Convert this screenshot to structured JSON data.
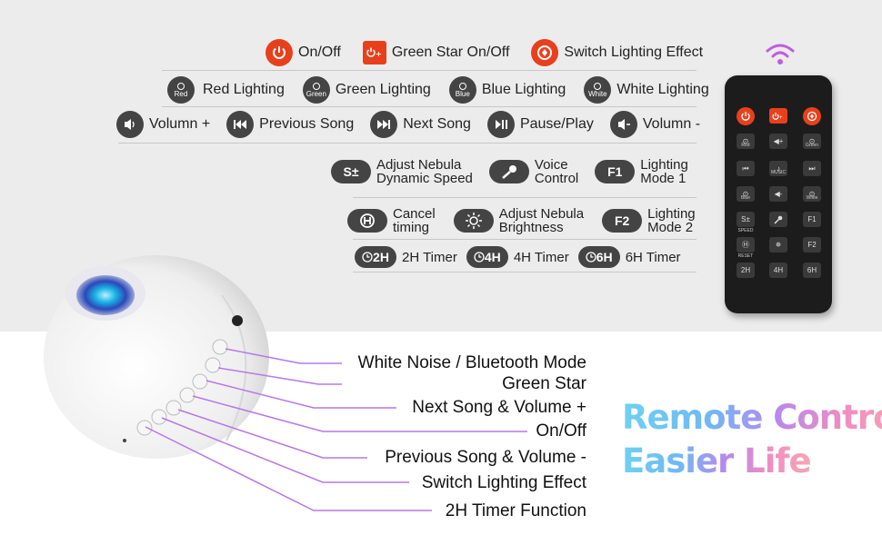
{
  "legend": {
    "row1": [
      {
        "label": "On/Off",
        "icon": "power-icon"
      },
      {
        "label": "Green Star On/Off",
        "icon": "green-star-power-icon"
      },
      {
        "label": "Switch Lighting Effect",
        "icon": "switch-effect-icon"
      }
    ],
    "row2": [
      {
        "label": "Red Lighting",
        "icon_text": "Red"
      },
      {
        "label": "Green Lighting",
        "icon_text": "Green"
      },
      {
        "label": "Blue Lighting",
        "icon_text": "Blue"
      },
      {
        "label": "White Lighting",
        "icon_text": "White"
      }
    ],
    "row3": [
      {
        "label": "Volumn +",
        "icon": "volume-up-icon"
      },
      {
        "label": "Previous Song",
        "icon": "previous-icon"
      },
      {
        "label": "Next Song",
        "icon": "next-icon"
      },
      {
        "label": "Pause/Play",
        "icon": "play-pause-icon"
      },
      {
        "label": "Volumn -",
        "icon": "volume-down-icon"
      }
    ],
    "row4": [
      {
        "icon_text": "S±",
        "line1": "Adjust Nebula",
        "line2": "Dynamic Speed"
      },
      {
        "icon": "microphone-icon",
        "line1": "Voice",
        "line2": "Control"
      },
      {
        "icon_text": "F1",
        "line1": "Lighting",
        "line2": "Mode 1"
      }
    ],
    "row5": [
      {
        "icon": "cancel-timing-icon",
        "line1": "Cancel",
        "line2": "timing"
      },
      {
        "icon": "brightness-icon",
        "line1": "Adjust Nebula",
        "line2": "Brightness"
      },
      {
        "icon_text": "F2",
        "line1": "Lighting",
        "line2": "Mode 2"
      }
    ],
    "row6": [
      {
        "icon_text": "2H",
        "label": "2H Timer"
      },
      {
        "icon_text": "4H",
        "label": "4H Timer"
      },
      {
        "icon_text": "6H",
        "label": "6H Timer"
      }
    ]
  },
  "remote": {
    "labels": {
      "red": "Red",
      "green": "Green",
      "music": "MUSIC",
      "blue": "Blue",
      "white": "White",
      "speed": "SPEED",
      "reset": "RESET",
      "f1": "F1",
      "f2": "F2",
      "t2": "2H",
      "t4": "4H",
      "t6": "6H",
      "s": "S±"
    }
  },
  "callouts": [
    "White Noise / Bluetooth Mode",
    "Green Star",
    "Next Song & Volume +",
    "On/Off",
    "Previous Song & Volume -",
    "Switch Lighting Effect",
    "2H Timer Function"
  ],
  "slogan": {
    "line1": "Remote Control",
    "line2": "Easier Life"
  },
  "colors": {
    "accent_red": "#e8401c",
    "icon_dark": "#444444",
    "panel_bg": "#ececec",
    "callout_line": "#b678e8",
    "wifi": "#c25ce0"
  }
}
